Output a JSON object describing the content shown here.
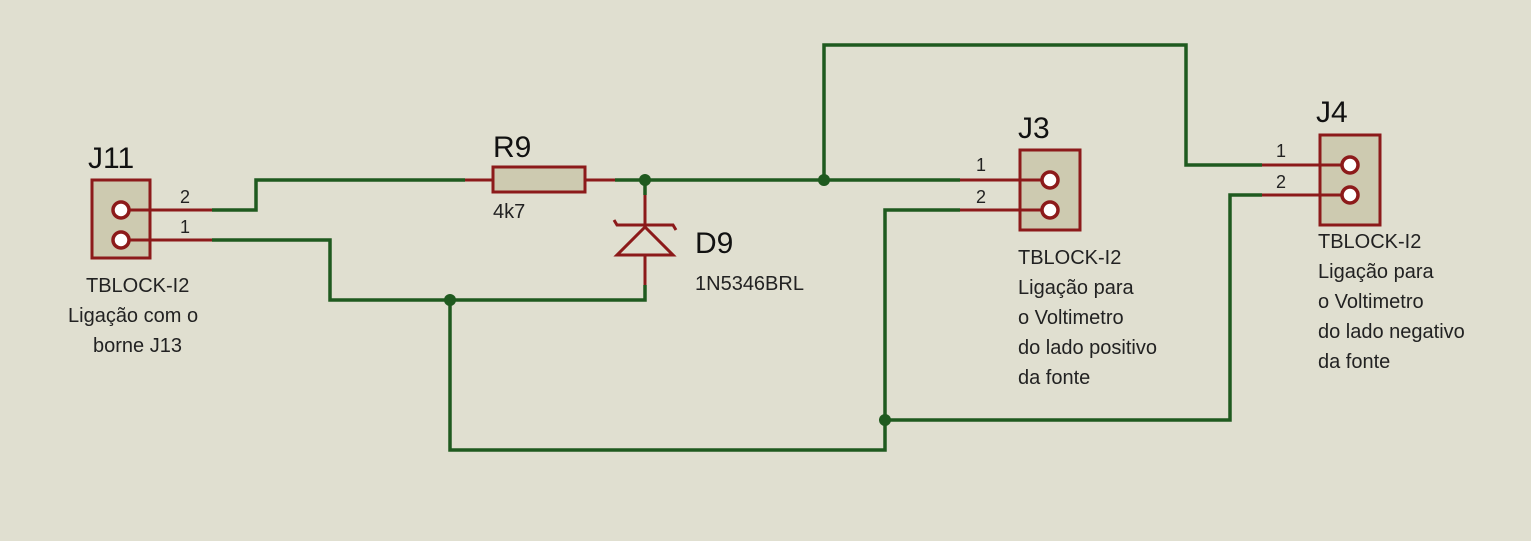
{
  "components": {
    "j11": {
      "ref": "J11",
      "type": "TBLOCK-I2",
      "desc": [
        "Ligação com o",
        "borne J13"
      ],
      "pins": [
        "2",
        "1"
      ]
    },
    "r9": {
      "ref": "R9",
      "value": "4k7"
    },
    "d9": {
      "ref": "D9",
      "value": "1N5346BRL"
    },
    "j3": {
      "ref": "J3",
      "type": "TBLOCK-I2",
      "desc": [
        "Ligação para",
        "o Voltimetro",
        "do lado positivo",
        "da fonte"
      ],
      "pins": [
        "1",
        "2"
      ]
    },
    "j4": {
      "ref": "J4",
      "type": "TBLOCK-I2",
      "desc": [
        "Ligação para",
        "o Voltimetro",
        "do lado negativo",
        "da fonte"
      ],
      "pins": [
        "1",
        "2"
      ]
    }
  },
  "colors": {
    "background": "#e0dfd0",
    "wire": "#1f5a1f",
    "component_outline": "#8c1a1a",
    "block_fill": "#cdcab0"
  }
}
